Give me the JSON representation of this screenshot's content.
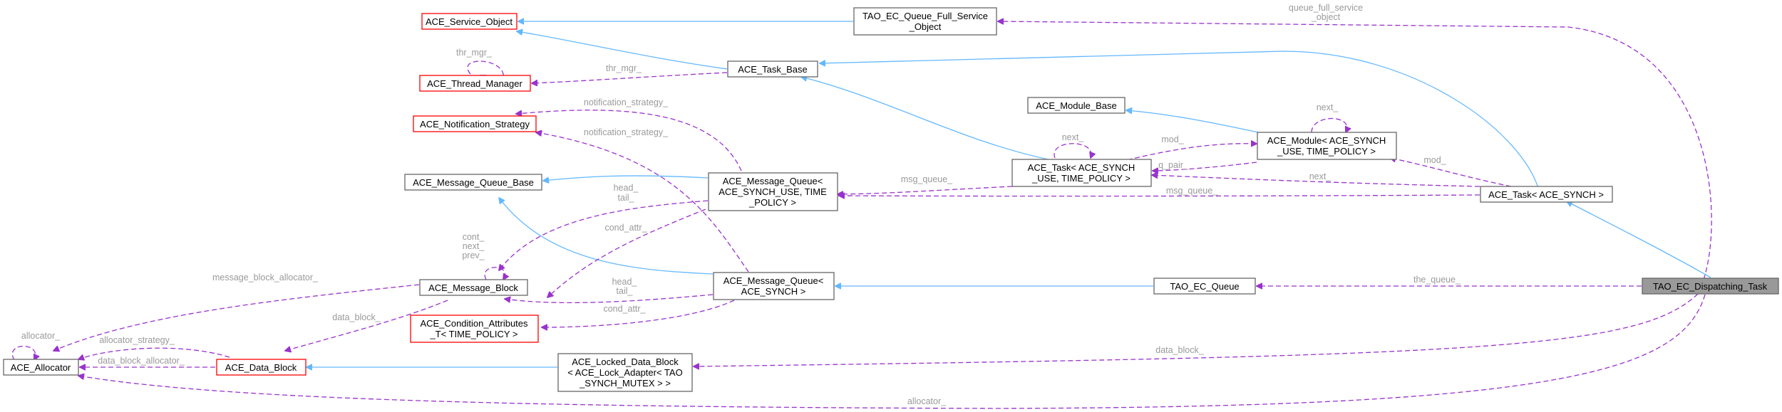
{
  "colors": {
    "inheritance": "#63b8ff",
    "usage": "#9a32cd",
    "default_border": "#666666",
    "undocumented_border": "#ff0000",
    "focus_fill": "#999999",
    "label": "#9a9a9a"
  },
  "nodes": [
    {
      "id": "ace_service_object",
      "lines": [
        "ACE_Service_Object"
      ],
      "style": "red"
    },
    {
      "id": "ace_thread_manager",
      "lines": [
        "ACE_Thread_Manager"
      ],
      "style": "red"
    },
    {
      "id": "ace_notification_strategy",
      "lines": [
        "ACE_Notification_Strategy"
      ],
      "style": "red"
    },
    {
      "id": "ace_message_queue_base",
      "lines": [
        "ACE_Message_Queue_Base"
      ],
      "style": "normal"
    },
    {
      "id": "ace_message_block",
      "lines": [
        "ACE_Message_Block"
      ],
      "style": "normal"
    },
    {
      "id": "ace_condition_attributes",
      "lines": [
        "ACE_Condition_Attributes",
        "_T< TIME_POLICY >"
      ],
      "style": "red"
    },
    {
      "id": "ace_allocator",
      "lines": [
        "ACE_Allocator"
      ],
      "style": "normal"
    },
    {
      "id": "ace_data_block",
      "lines": [
        "ACE_Data_Block"
      ],
      "style": "red"
    },
    {
      "id": "tao_ec_queue_full_service_object",
      "lines": [
        "TAO_EC_Queue_Full_Service",
        "_Object"
      ],
      "style": "normal"
    },
    {
      "id": "ace_task_base",
      "lines": [
        "ACE_Task_Base"
      ],
      "style": "normal"
    },
    {
      "id": "ace_message_queue_tp",
      "lines": [
        "ACE_Message_Queue<",
        "ACE_SYNCH_USE, TIME",
        "_POLICY >"
      ],
      "style": "normal"
    },
    {
      "id": "ace_message_queue_synch",
      "lines": [
        "ACE_Message_Queue<",
        "ACE_SYNCH >"
      ],
      "style": "normal"
    },
    {
      "id": "ace_locked_data_block",
      "lines": [
        "ACE_Locked_Data_Block",
        "< ACE_Lock_Adapter< TAO",
        "_SYNCH_MUTEX > >"
      ],
      "style": "normal"
    },
    {
      "id": "ace_module_base",
      "lines": [
        "ACE_Module_Base"
      ],
      "style": "normal"
    },
    {
      "id": "ace_task_tp",
      "lines": [
        "ACE_Task< ACE_SYNCH",
        "_USE, TIME_POLICY >"
      ],
      "style": "normal"
    },
    {
      "id": "tao_ec_queue",
      "lines": [
        "TAO_EC_Queue"
      ],
      "style": "normal"
    },
    {
      "id": "ace_module_tp",
      "lines": [
        "ACE_Module< ACE_SYNCH",
        "_USE, TIME_POLICY >"
      ],
      "style": "normal"
    },
    {
      "id": "ace_task_synch",
      "lines": [
        "ACE_Task< ACE_SYNCH >"
      ],
      "style": "normal"
    },
    {
      "id": "tao_ec_dispatching_task",
      "lines": [
        "TAO_EC_Dispatching_Task"
      ],
      "style": "focus"
    }
  ],
  "edges": [
    {
      "id": "e1",
      "kind": "inherit"
    },
    {
      "id": "e2",
      "kind": "inherit"
    },
    {
      "id": "e3",
      "kind": "inherit"
    },
    {
      "id": "e4",
      "kind": "inherit"
    },
    {
      "id": "e5",
      "kind": "inherit"
    },
    {
      "id": "e6",
      "kind": "inherit"
    },
    {
      "id": "e7",
      "kind": "inherit"
    },
    {
      "id": "e8",
      "kind": "inherit"
    },
    {
      "id": "e9",
      "kind": "inherit"
    },
    {
      "id": "e10",
      "kind": "inherit"
    },
    {
      "id": "e11",
      "kind": "inherit"
    },
    {
      "id": "u1",
      "kind": "usage",
      "label": [
        "queue_full_service",
        "_object"
      ]
    },
    {
      "id": "u2",
      "kind": "usage",
      "label": [
        "thr_mgr_"
      ]
    },
    {
      "id": "u3",
      "kind": "usage",
      "label": [
        "thr_mgr_"
      ]
    },
    {
      "id": "u4",
      "kind": "usage",
      "label": [
        "notification_strategy_"
      ]
    },
    {
      "id": "u5",
      "kind": "usage",
      "label": [
        "notification_strategy_"
      ]
    },
    {
      "id": "u6",
      "kind": "usage",
      "label": [
        "head_",
        "tail_"
      ]
    },
    {
      "id": "u7",
      "kind": "usage",
      "label": [
        "cont_",
        "next_",
        "prev_"
      ]
    },
    {
      "id": "u8",
      "kind": "usage",
      "label": [
        "cond_attr_"
      ]
    },
    {
      "id": "u9",
      "kind": "usage",
      "label": [
        "message_block_allocator_"
      ]
    },
    {
      "id": "u10",
      "kind": "usage",
      "label": [
        "data_block_"
      ]
    },
    {
      "id": "u11",
      "kind": "usage",
      "label": [
        "head_",
        "tail_"
      ]
    },
    {
      "id": "u12",
      "kind": "usage",
      "label": [
        "cond_attr_"
      ]
    },
    {
      "id": "u13",
      "kind": "usage",
      "label": [
        "allocator_"
      ]
    },
    {
      "id": "u14",
      "kind": "usage",
      "label": [
        "allocator_strategy_"
      ]
    },
    {
      "id": "u15",
      "kind": "usage",
      "label": [
        "data_block_allocator_"
      ]
    },
    {
      "id": "u16",
      "kind": "usage",
      "label": [
        "next_"
      ]
    },
    {
      "id": "u17",
      "kind": "usage",
      "label": [
        "mod_"
      ]
    },
    {
      "id": "u18",
      "kind": "usage",
      "label": [
        "msg_queue_"
      ]
    },
    {
      "id": "u19",
      "kind": "usage",
      "label": [
        "next_"
      ]
    },
    {
      "id": "u20",
      "kind": "usage",
      "label": [
        "q_pair_"
      ]
    },
    {
      "id": "u21",
      "kind": "usage",
      "label": [
        "mod_"
      ]
    },
    {
      "id": "u22",
      "kind": "usage",
      "label": [
        "next_"
      ]
    },
    {
      "id": "u23",
      "kind": "usage",
      "label": [
        "msg_queue_"
      ]
    },
    {
      "id": "u24",
      "kind": "usage",
      "label": [
        "the_queue_"
      ]
    },
    {
      "id": "u25",
      "kind": "usage",
      "label": [
        "data_block_"
      ]
    },
    {
      "id": "u26",
      "kind": "usage",
      "label": [
        "allocator_"
      ]
    }
  ]
}
